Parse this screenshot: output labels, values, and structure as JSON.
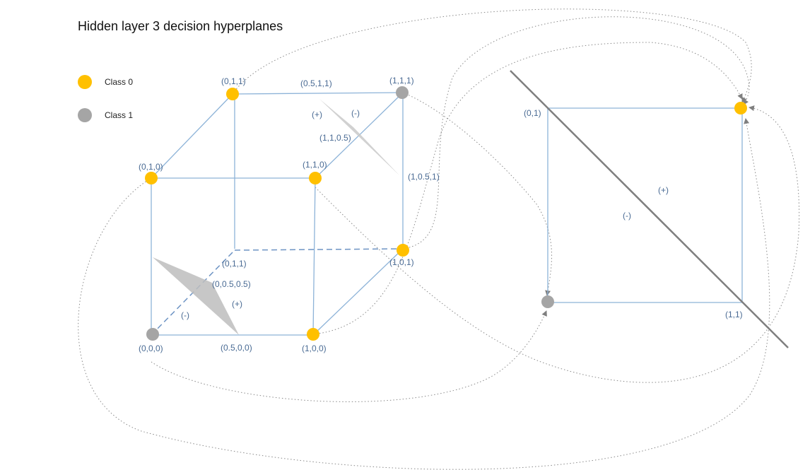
{
  "title": "Hidden layer 3 decision hyperplanes",
  "colors": {
    "class0": "#ffc000",
    "class1": "#a5a5a5",
    "edge": "#8db3d8",
    "label": "#4a6b94",
    "hyperplane": "#7f7f7f"
  },
  "legend": [
    {
      "label": "Class 0",
      "color": "#ffc000"
    },
    {
      "label": "Class 1",
      "color": "#a5a5a5"
    }
  ],
  "cube": {
    "vertices": {
      "v000": "(0,0,0)",
      "v100": "(1,0,0)",
      "v010": "(0,1,0)",
      "v110": "(1,1,0)",
      "v001": "(0,1,1)",
      "v101": "(1,0,1)",
      "v011": "(0,1,1)",
      "v111": "(1,1,1)"
    },
    "points": {
      "p_05_1_1": "(0.5,1,1)",
      "p_1_1_05": "(1,1,0.5)",
      "p_1_05_1": "(1,0.5,1)",
      "p_0_05_05": "(0,0.5,0.5)",
      "p_05_0_0": "(0.5,0,0)"
    },
    "signs": {
      "top_plus": "(+)",
      "top_minus": "(-)",
      "bottom_plus": "(+)",
      "bottom_minus": "(-)"
    }
  },
  "square": {
    "vertices": {
      "s01": "(0,1)",
      "s11": "(1,1)"
    },
    "signs": {
      "plus": "(+)",
      "minus": "(-)"
    }
  }
}
